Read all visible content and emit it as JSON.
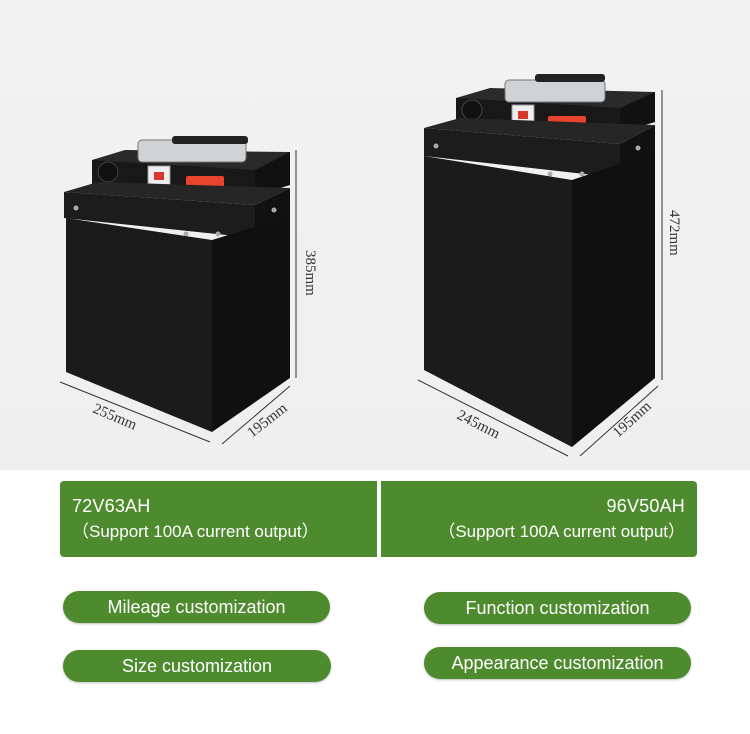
{
  "products": [
    {
      "dims": {
        "height": "385mm",
        "width": "255mm",
        "depth": "195mm"
      },
      "spec": {
        "model": "72V63AH",
        "note": "（Support 100A current output）"
      }
    },
    {
      "dims": {
        "height": "472mm",
        "width": "245mm",
        "depth": "195mm"
      },
      "spec": {
        "model": "96V50AH",
        "note": "（Support 100A current output）"
      }
    }
  ],
  "features": [
    "Mileage customization",
    "Function customization",
    "Size customization",
    "Appearance customization"
  ],
  "colors": {
    "accent": "#4e8b2e",
    "battery": "#1b1b1b",
    "connector": "#e8432c"
  }
}
